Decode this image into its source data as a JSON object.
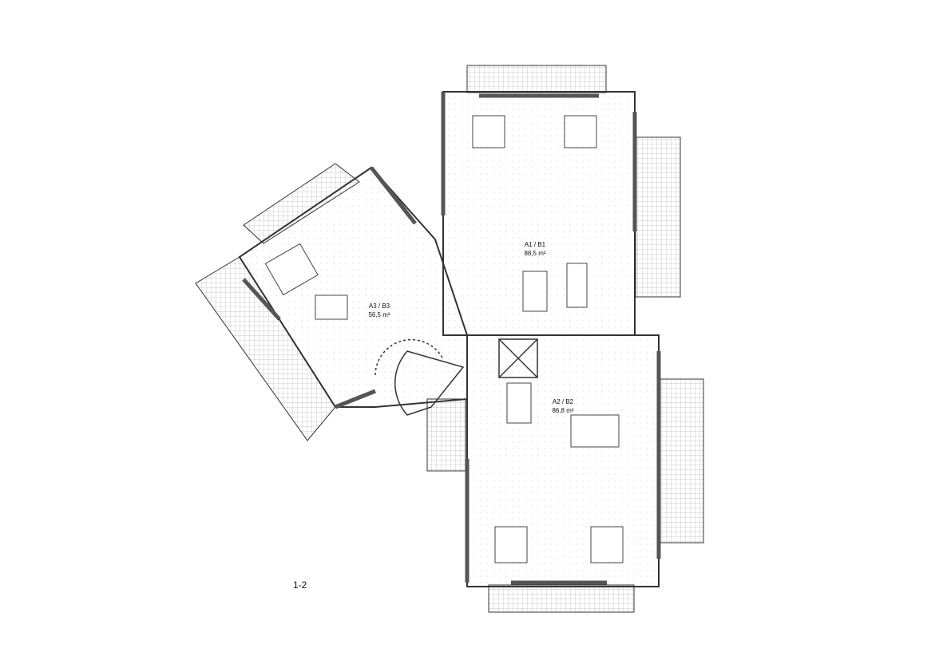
{
  "plan": {
    "sheet_label": "1-2",
    "units": [
      {
        "id": "A1 / B1",
        "area": "88,5 m²"
      },
      {
        "id": "A3 / B3",
        "area": "56,5 m²"
      },
      {
        "id": "A2 / B2",
        "area": "86,8 m²"
      }
    ],
    "colors": {
      "wall": "#555555",
      "line": "#222222",
      "hatch": "#888888",
      "background": "#ffffff"
    }
  }
}
